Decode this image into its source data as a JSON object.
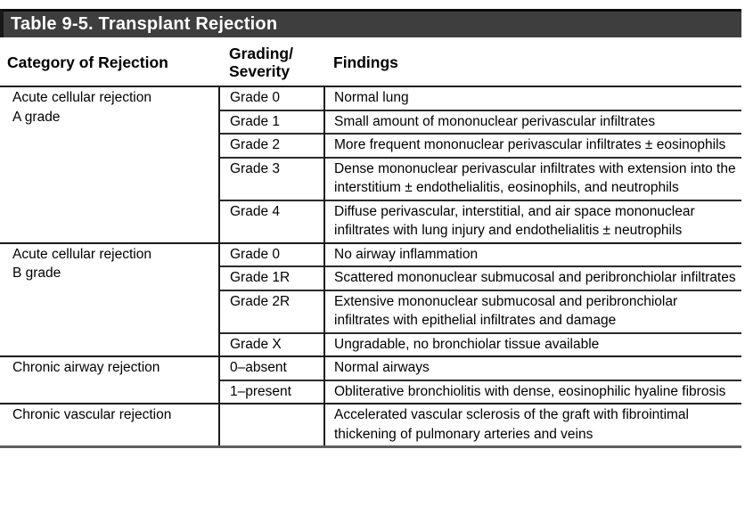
{
  "title_bar": {
    "text": "Table 9-5. Transplant Rejection"
  },
  "table": {
    "columns": [
      {
        "label": "Category of Rejection"
      },
      {
        "label": "Grading/\nSeverity"
      },
      {
        "label": "Findings"
      }
    ],
    "sections": [
      {
        "category": "Acute cellular rejection\nA grade",
        "rows": [
          {
            "grade": "Grade 0",
            "finding": "Normal lung"
          },
          {
            "grade": "Grade 1",
            "finding": "Small amount of mononuclear perivascular infiltrates"
          },
          {
            "grade": "Grade 2",
            "finding": "More frequent mononuclear perivascular infiltrates ± eosinophils"
          },
          {
            "grade": "Grade 3",
            "finding": "Dense mononuclear perivascular infiltrates with extension into the interstitium ± endothelialitis, eosinophils, and neutrophils"
          },
          {
            "grade": "Grade 4",
            "finding": "Diffuse perivascular, interstitial, and air space mononuclear infiltrates with lung injury and endothelialitis ± neutrophils"
          }
        ]
      },
      {
        "category": "Acute cellular rejection\nB grade",
        "rows": [
          {
            "grade": "Grade 0",
            "finding": "No airway inflammation"
          },
          {
            "grade": "Grade 1R",
            "finding": "Scattered mononuclear submucosal and peribronchiolar infiltrates"
          },
          {
            "grade": "Grade 2R",
            "finding": "Extensive mononuclear submucosal and peribronchiolar infiltrates with epithelial infiltrates and damage"
          },
          {
            "grade": "Grade X",
            "finding": "Ungradable, no bronchiolar tissue available"
          }
        ]
      },
      {
        "category": "Chronic airway rejection",
        "rows": [
          {
            "grade": "0–absent",
            "finding": "Normal airways"
          },
          {
            "grade": "1–present",
            "finding": "Obliterative bronchiolitis with dense, eosinophilic hyaline fibrosis"
          }
        ]
      },
      {
        "category": "Chronic vascular rejection",
        "rows": [
          {
            "grade": "",
            "finding": "Accelerated vascular sclerosis of the graft with fibrointimal thickening of pulmonary arteries and veins"
          }
        ]
      }
    ]
  },
  "colors": {
    "title_bar_bg": "#3e3e3e",
    "title_text": "#ffffff",
    "rule": "#1a1a1a",
    "bottom_rule": "#5e5e5e"
  }
}
